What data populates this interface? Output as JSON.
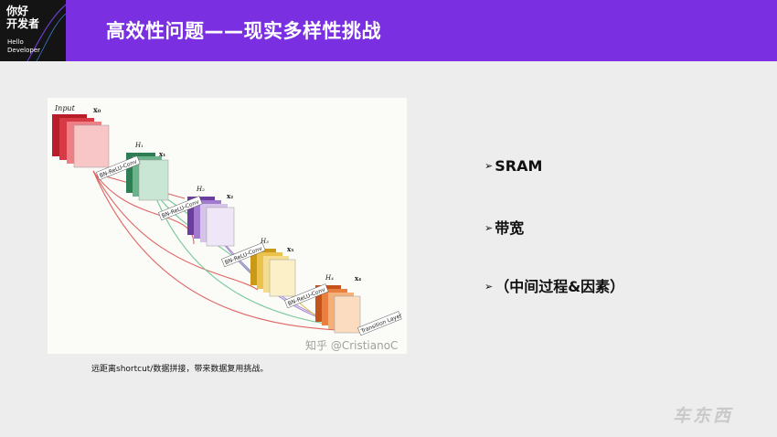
{
  "logo": {
    "line1": "你好",
    "line2": "开发者",
    "en1": "Hello",
    "en2": "Developer"
  },
  "header": {
    "title": "高效性问题——现实多样性挑战"
  },
  "figure": {
    "input_label": "Input",
    "block_labels": [
      "x₀",
      "x₁",
      "x₂",
      "x₃",
      "x₄"
    ],
    "h_labels": [
      "H₁",
      "H₂",
      "H₃",
      "H₄"
    ],
    "conv_label": "BN-ReLU-Conv",
    "transition_label": "Transition Layer",
    "watermark": "知乎 @CristianoC"
  },
  "caption": "远距离shortcut/数据拼接，带来数据复用挑战。",
  "bullets": [
    {
      "arrow": "➢",
      "text": "SRAM"
    },
    {
      "arrow": "➢",
      "text": "带宽"
    },
    {
      "arrow": "➢",
      "text": "（中间过程&因素）"
    }
  ],
  "brand": "车东西",
  "colors": {
    "header": "#7a2fe0",
    "background": "#ededed",
    "logo_bg": "#141414"
  }
}
